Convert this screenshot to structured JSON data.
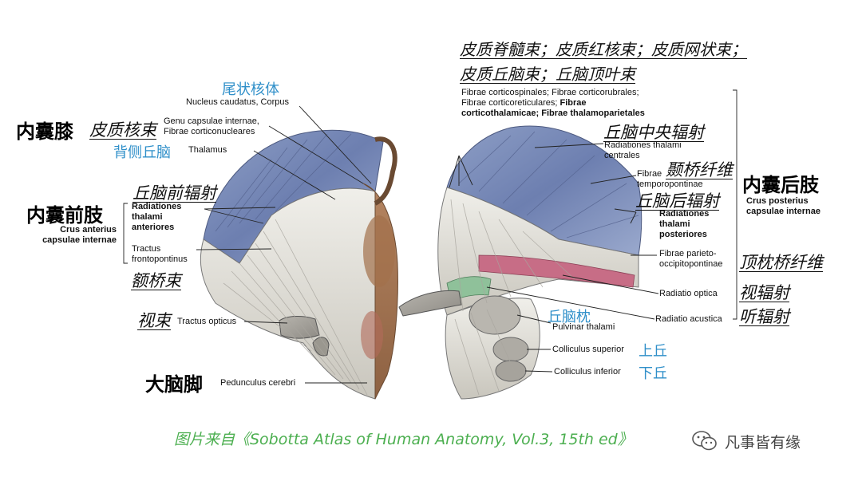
{
  "left": {
    "zh": {
      "neinangxi": "内囊膝",
      "pizhihexu": "皮质核束",
      "weizhuangheti": "尾状核体",
      "beiceqiunao": "背侧丘脑",
      "qiunaoqianfushe": "丘脑前辐射",
      "neinangqianzhi": "内囊前肢",
      "eqiaoshu": "额桥束",
      "shishu": "视束",
      "danaojiao": "大脑脚"
    },
    "lat": {
      "nucleus_caudatus": "Nucleus caudatus, Corpus",
      "genu_1": "Genu capsulae internae,",
      "genu_2": "Fibrae corticonucleares",
      "thalamus": "Thalamus",
      "rad_ant_1": "Radiationes",
      "rad_ant_2": "thalami",
      "rad_ant_3": "anteriores",
      "crus_ant_1": "Crus anterius",
      "crus_ant_2": "capsulae internae",
      "tractus_fp_1": "Tractus",
      "tractus_fp_2": "frontopontinus",
      "tractus_opticus": "Tractus opticus",
      "pedunculus": "Pedunculus cerebri"
    }
  },
  "right": {
    "zh": {
      "top_line1": "皮质脊髓束；皮质红核束；皮质网状束；",
      "top_line2": "皮质丘脑束；丘脑顶叶束",
      "qiunaozhongyang": "丘脑中央辐射",
      "nieqiao": "颞桥纤维",
      "neinanghouzhi": "内囊后肢",
      "qiunaohou": "丘脑后辐射",
      "dingzhenqiao": "顶枕桥纤维",
      "shifushe": "视辐射",
      "tingfushe": "听辐射",
      "qiunaozhen": "丘脑枕",
      "shangqiu": "上丘",
      "xiaqiu": "下丘"
    },
    "lat": {
      "fibrae_1": "Fibrae corticospinales; Fibrae corticorubrales;",
      "fibrae_2a": "Fibrae corticoreticulares; ",
      "fibrae_2b": "Fibrae",
      "fibrae_3": "corticothalamicae; Fibrae thalamoparietales",
      "rad_centrales_1": "Radiationes thalami",
      "rad_centrales_2": "centrales",
      "fib_tp_1": "Fibrae",
      "fib_tp_2": "temporopontinae",
      "crus_post_1": "Crus posterius",
      "crus_post_2": "capsulae internae",
      "rad_post_1": "Radiationes",
      "rad_post_2": "thalami",
      "rad_post_3": "posteriores",
      "fib_po_1": "Fibrae parieto-",
      "fib_po_2": "occipitopontinae",
      "radiatio_optica": "Radiatio optica",
      "radiatio_acustica": "Radiatio acustica",
      "pulvinar": "Pulvinar thalami",
      "coll_sup": "Colliculus superior",
      "coll_inf": "Colliculus inferior"
    }
  },
  "caption": "图片来自《Sobotta Atlas of Human Anatomy, Vol.3, 15th ed》",
  "watermark": "凡事皆有缘"
}
